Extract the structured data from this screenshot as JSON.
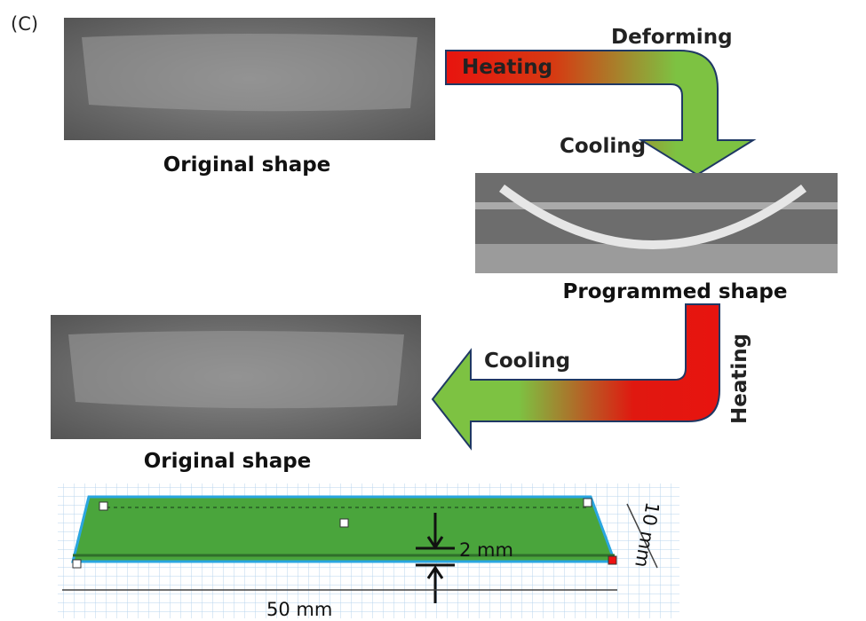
{
  "panel_label": "(C)",
  "stages": {
    "original_top": "Original shape",
    "programmed": "Programmed shape",
    "original_bottom": "Original shape"
  },
  "arrow_top": {
    "heating": "Heating",
    "deforming": "Deforming",
    "cooling": "Cooling"
  },
  "arrow_bottom": {
    "heating": "Heating",
    "cooling": "Cooling"
  },
  "dimensions": {
    "thickness": "2 mm",
    "length": "50 mm",
    "width": "10 mm"
  },
  "colors": {
    "hot": "#e8140f",
    "cold": "#7dc242",
    "outline": "#1f3864",
    "model": "#4aa53c"
  }
}
